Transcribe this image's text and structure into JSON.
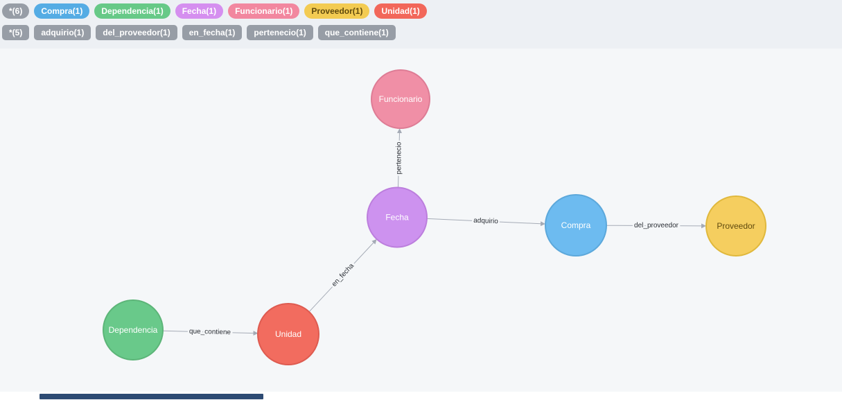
{
  "legend": {
    "node_chips": [
      {
        "text": "*(6)",
        "bg": "#979da6",
        "fg": "#ffffff"
      },
      {
        "text": "Compra(1)",
        "bg": "#55ace4",
        "fg": "#ffffff"
      },
      {
        "text": "Dependencia(1)",
        "bg": "#67c987",
        "fg": "#ffffff"
      },
      {
        "text": "Fecha(1)",
        "bg": "#d58fef",
        "fg": "#ffffff"
      },
      {
        "text": "Funcionario(1)",
        "bg": "#f2879f",
        "fg": "#ffffff"
      },
      {
        "text": "Proveedor(1)",
        "bg": "#f3cb52",
        "fg": "#604a0e"
      },
      {
        "text": "Unidad(1)",
        "bg": "#f2675a",
        "fg": "#ffffff"
      }
    ],
    "rel_chips": [
      {
        "text": "*(5)",
        "bg": "#979da6",
        "fg": "#ffffff"
      },
      {
        "text": "adquirio(1)",
        "bg": "#979da6",
        "fg": "#ffffff"
      },
      {
        "text": "del_proveedor(1)",
        "bg": "#979da6",
        "fg": "#ffffff"
      },
      {
        "text": "en_fecha(1)",
        "bg": "#979da6",
        "fg": "#ffffff"
      },
      {
        "text": "pertenecio(1)",
        "bg": "#979da6",
        "fg": "#ffffff"
      },
      {
        "text": "que_contiene(1)",
        "bg": "#979da6",
        "fg": "#ffffff"
      }
    ]
  },
  "graph": {
    "background": "#f5f7f9",
    "edge_color": "#a5abb6",
    "nodes": [
      {
        "label": "Funcionario",
        "fill": "#f08fa6",
        "stroke": "#de7c95",
        "text_color": "#ffffff"
      },
      {
        "label": "Fecha",
        "fill": "#cd92ef",
        "stroke": "#bc7edd",
        "text_color": "#ffffff"
      },
      {
        "label": "Compra",
        "fill": "#6dbbf0",
        "stroke": "#5ca8db",
        "text_color": "#ffffff"
      },
      {
        "label": "Proveedor",
        "fill": "#f5ce5f",
        "stroke": "#e0b83c",
        "text_color": "#604a0e"
      },
      {
        "label": "Dependencia",
        "fill": "#69c98a",
        "stroke": "#5cb578",
        "text_color": "#ffffff"
      },
      {
        "label": "Unidad",
        "fill": "#f26c5f",
        "stroke": "#de5b50",
        "text_color": "#ffffff"
      }
    ],
    "edges": [
      {
        "label": "pertenecio",
        "from": "Fecha",
        "to": "Funcionario"
      },
      {
        "label": "adquirio",
        "from": "Fecha",
        "to": "Compra"
      },
      {
        "label": "del_proveedor",
        "from": "Compra",
        "to": "Proveedor"
      },
      {
        "label": "que_contiene",
        "from": "Dependencia",
        "to": "Unidad"
      },
      {
        "label": "en_fecha",
        "from": "Unidad",
        "to": "Fecha"
      }
    ]
  },
  "scrollbar": {
    "thumb_color": "#2d4b73"
  }
}
